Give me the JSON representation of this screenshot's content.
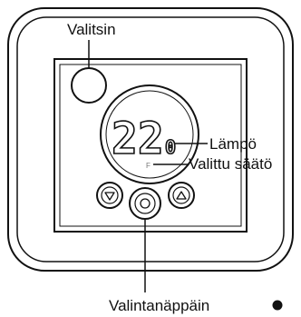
{
  "labels": {
    "selector": "Valitsin",
    "temperature": "Lämpö",
    "selected_setting": "Valittu säätö",
    "selection_button": "Valintanäppäin"
  },
  "display": {
    "temperature_value": "22",
    "decimal_digit": "0",
    "unit": "F"
  },
  "buttons": {
    "down_symbol": "▽",
    "up_symbol": "△"
  },
  "legend_marker": "●"
}
